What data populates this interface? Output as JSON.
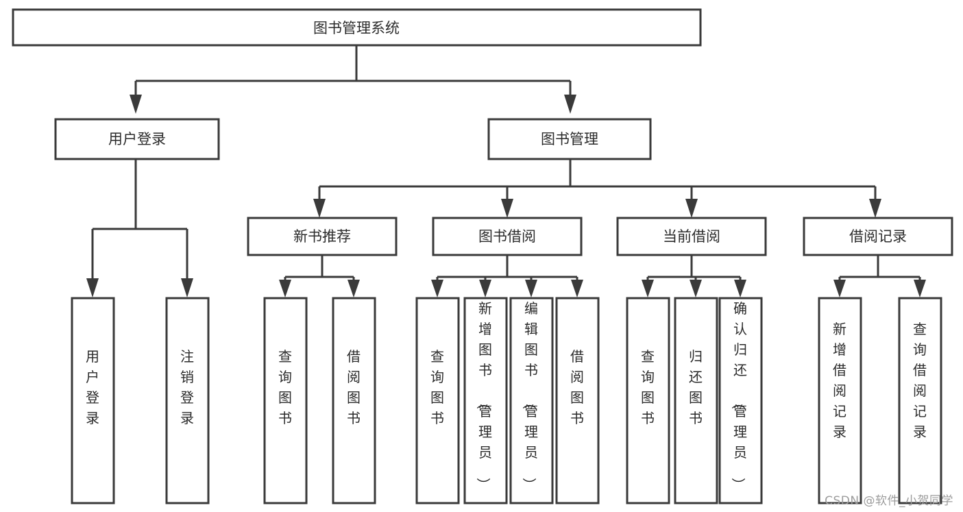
{
  "diagram": {
    "title": "图书管理系统",
    "type": "tree",
    "watermark": "CSDN @软件_小贺同学",
    "colors": {
      "box_stroke": "#3a3a3a",
      "box_fill": "#ffffff",
      "text": "#2b2b2b",
      "background": "#ffffff",
      "watermark": "#9c9c9c"
    },
    "levels": {
      "root": "图书管理系统",
      "level2": [
        "用户登录",
        "图书管理"
      ],
      "level3": [
        "新书推荐",
        "图书借阅",
        "当前借阅",
        "借阅记录"
      ]
    },
    "nodes": {
      "root": {
        "label": "图书管理系统",
        "orientation": "horizontal"
      },
      "user_login": {
        "label": "用户登录",
        "orientation": "horizontal"
      },
      "book_manage": {
        "label": "图书管理",
        "orientation": "horizontal"
      },
      "new_book_rec": {
        "label": "新书推荐",
        "orientation": "horizontal"
      },
      "book_borrow": {
        "label": "图书借阅",
        "orientation": "horizontal"
      },
      "current_borrow": {
        "label": "当前借阅",
        "orientation": "horizontal"
      },
      "borrow_record": {
        "label": "借阅记录",
        "orientation": "horizontal"
      },
      "leaf_user_login": {
        "label": "用户登录",
        "orientation": "vertical"
      },
      "leaf_logout": {
        "label": "注销登录",
        "orientation": "vertical"
      },
      "leaf_query_book_a": {
        "label": "查询图书",
        "orientation": "vertical"
      },
      "leaf_borrow_book_a": {
        "label": "借阅图书",
        "orientation": "vertical"
      },
      "leaf_query_book_b": {
        "label": "查询图书",
        "orientation": "vertical"
      },
      "leaf_add_book": {
        "label": "新增图书（管理员）",
        "orientation": "vertical"
      },
      "leaf_edit_book": {
        "label": "编辑图书（管理员）",
        "orientation": "vertical"
      },
      "leaf_borrow_book_b": {
        "label": "借阅图书",
        "orientation": "vertical"
      },
      "leaf_query_book_c": {
        "label": "查询图书",
        "orientation": "vertical"
      },
      "leaf_return_book": {
        "label": "归还图书",
        "orientation": "vertical"
      },
      "leaf_confirm_return": {
        "label": "确认归还（管理员）",
        "orientation": "vertical"
      },
      "leaf_add_record": {
        "label": "新增借阅记录",
        "orientation": "vertical"
      },
      "leaf_query_record": {
        "label": "查询借阅记录",
        "orientation": "vertical"
      }
    },
    "tree": [
      {
        "label": "图书管理系统",
        "children": [
          {
            "label": "用户登录",
            "children": [
              {
                "label": "用户登录"
              },
              {
                "label": "注销登录"
              }
            ]
          },
          {
            "label": "图书管理",
            "children": [
              {
                "label": "新书推荐",
                "children": [
                  {
                    "label": "查询图书"
                  },
                  {
                    "label": "借阅图书"
                  }
                ]
              },
              {
                "label": "图书借阅",
                "children": [
                  {
                    "label": "查询图书"
                  },
                  {
                    "label": "新增图书（管理员）"
                  },
                  {
                    "label": "编辑图书（管理员）"
                  },
                  {
                    "label": "借阅图书"
                  }
                ]
              },
              {
                "label": "当前借阅",
                "children": [
                  {
                    "label": "查询图书"
                  },
                  {
                    "label": "归还图书"
                  },
                  {
                    "label": "确认归还（管理员）"
                  }
                ]
              },
              {
                "label": "借阅记录",
                "children": [
                  {
                    "label": "新增借阅记录"
                  },
                  {
                    "label": "查询借阅记录"
                  }
                ]
              }
            ]
          }
        ]
      }
    ]
  }
}
